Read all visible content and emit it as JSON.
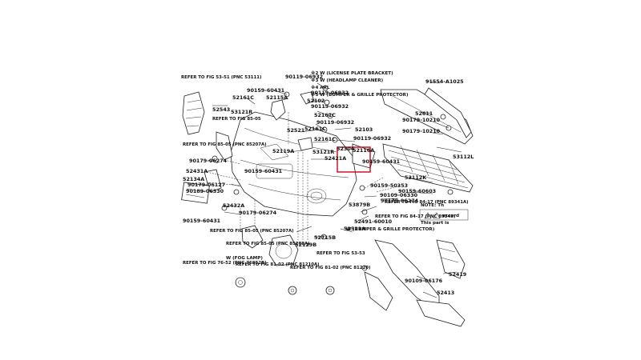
{
  "diagram": {
    "notes": [
      "※2 W (LICENSE PLATE BRACKET)",
      "※3 W (HEADLAMP CLEANER)",
      "※4 ARL",
      "※5 W (BUMPER & GRILLE PROTECTOR)",
      "W (BUMPER & GRILLE PROTECTOR)",
      "W (FOG LAMP)",
      "NOTE:  Th",
      "This part is"
    ],
    "warning_text": "accord",
    "part_numbers": [
      "91554-A1025",
      "52611",
      "90179-10210",
      "90179-10210",
      "53112L",
      "53112K",
      "90119-06932",
      "90159-60431",
      "52115A",
      "52102",
      "90119-06932",
      "90119-06932",
      "52161C",
      "52161C",
      "52161C",
      "90119-06932",
      "52103",
      "90119-06932",
      "52161C",
      "52119A",
      "53121R",
      "52116A",
      "52421A",
      "90159-60431",
      "52521",
      "52543",
      "53121R",
      "52304",
      "90159-50353",
      "90159-60603",
      "90109-06330",
      "90179-06274",
      "90189-06330",
      "90179-06127",
      "52431A",
      "52134A",
      "52432A",
      "90179-06274",
      "90159-60431",
      "90159-60431",
      "52129B",
      "52715B",
      "52521A",
      "52491-60010",
      "53879B",
      "90109-06176",
      "52419",
      "52413",
      "90179-06274"
    ],
    "refs": [
      "REFER TO FIG 53-51 (PNC 53111)",
      "REFER TO FIG 85-05",
      "REFER TO FIG 85-05 (PNC 85207A)",
      "REFER TO FIG 84-17 (PNC 89341A)",
      "REFER TO FIG 84-17 (PNC 89348)",
      "REFER TO FIG 85-05 (PNC 85207A)",
      "REFER TO FIG 85-05 (PNC 85208A)",
      "REFER TO FIG 76-52 (PNC 76852B)",
      "REFER TO FIG 81-02 (PNC 81210A)",
      "REFER TO FIG 81-02 (PNC 81220)",
      "REFER TO FIG 53-53"
    ],
    "highlight_color": "#d0021b"
  }
}
